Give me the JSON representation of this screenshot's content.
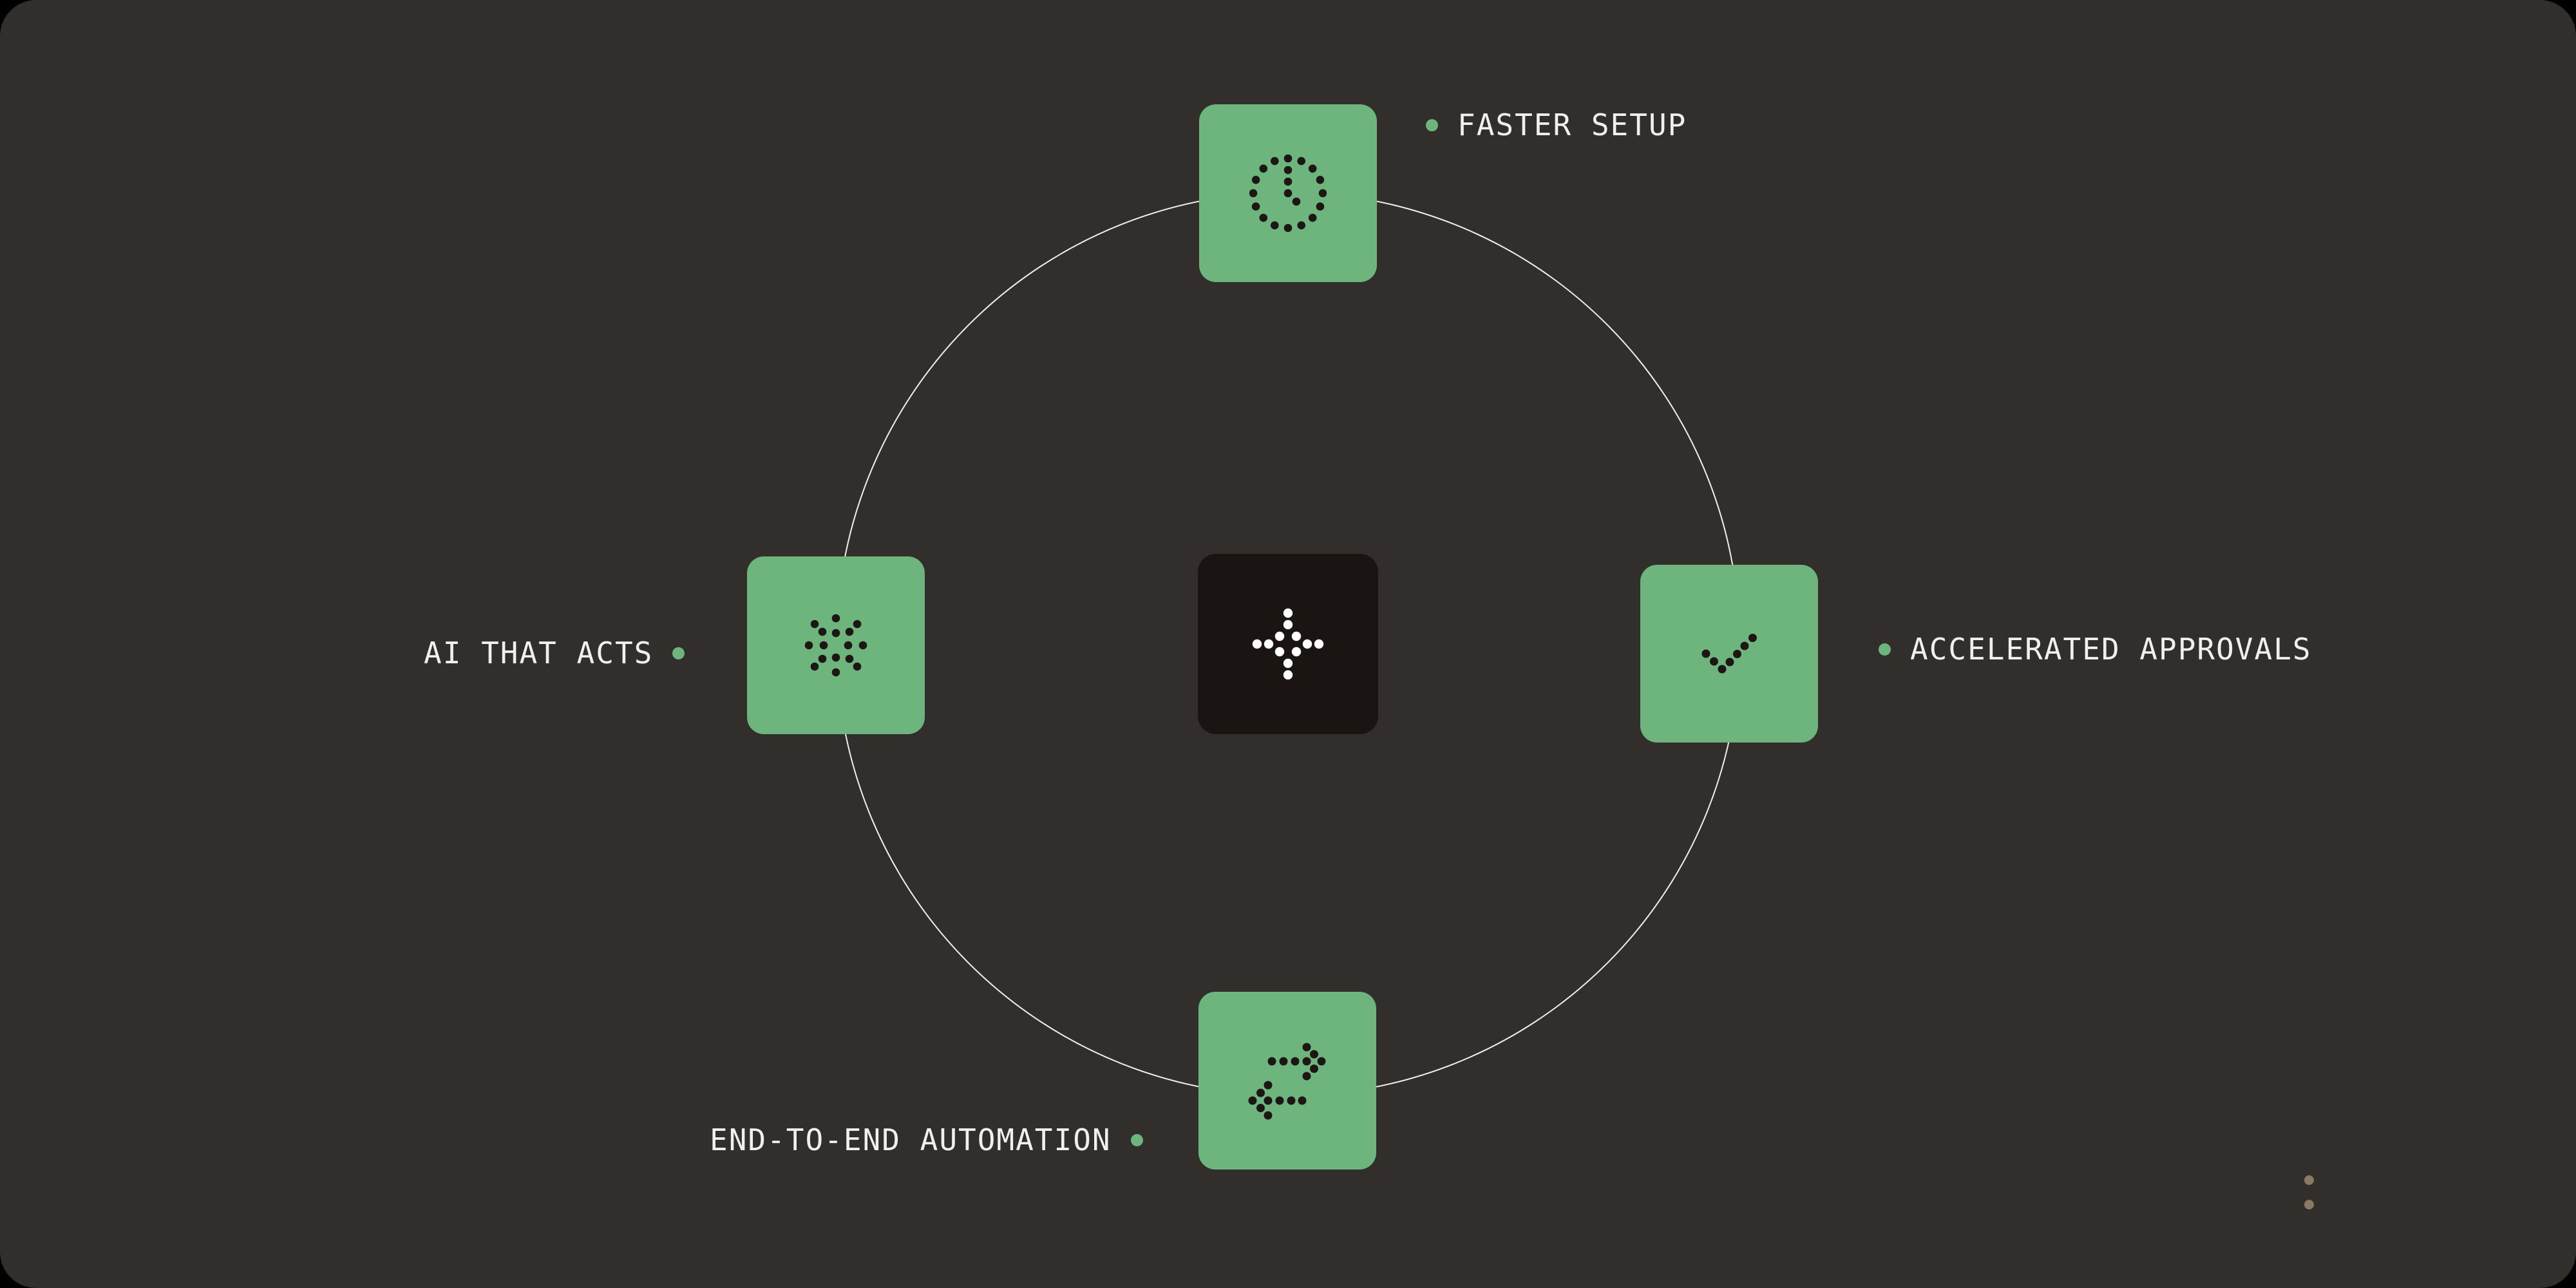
{
  "diagram": {
    "kind": "feature-orbit-infographic",
    "background_color": "#000000",
    "surface_color": "#322E2C",
    "orbit_circle_color": "#F2EFEC",
    "tile_green_color": "#6DB57C",
    "center_tile_color": "#1A1412",
    "icon_dot_dark_color": "#1E1614",
    "icon_dot_light_color": "#FFFFFF",
    "label_text_color": "#F2F0ED",
    "bullet_color": "#6DB57C",
    "watermark_dot_color": "#8A7A63"
  },
  "labels": {
    "top": {
      "text": "FASTER SETUP",
      "bullet_side": "left"
    },
    "right": {
      "text": "ACCELERATED APPROVALS",
      "bullet_side": "left"
    },
    "left": {
      "text": "AI THAT ACTS",
      "bullet_side": "right"
    },
    "bottom": {
      "text": "END-TO-END AUTOMATION",
      "bullet_side": "right"
    }
  },
  "tiles": {
    "top": {
      "icon": "clock-dots-icon"
    },
    "left": {
      "icon": "burst-dots-icon"
    },
    "right": {
      "icon": "check-dots-icon"
    },
    "bottom": {
      "icon": "swap-arrows-dots-icon"
    },
    "center": {
      "icon": "converge-star-dots-icon"
    }
  }
}
